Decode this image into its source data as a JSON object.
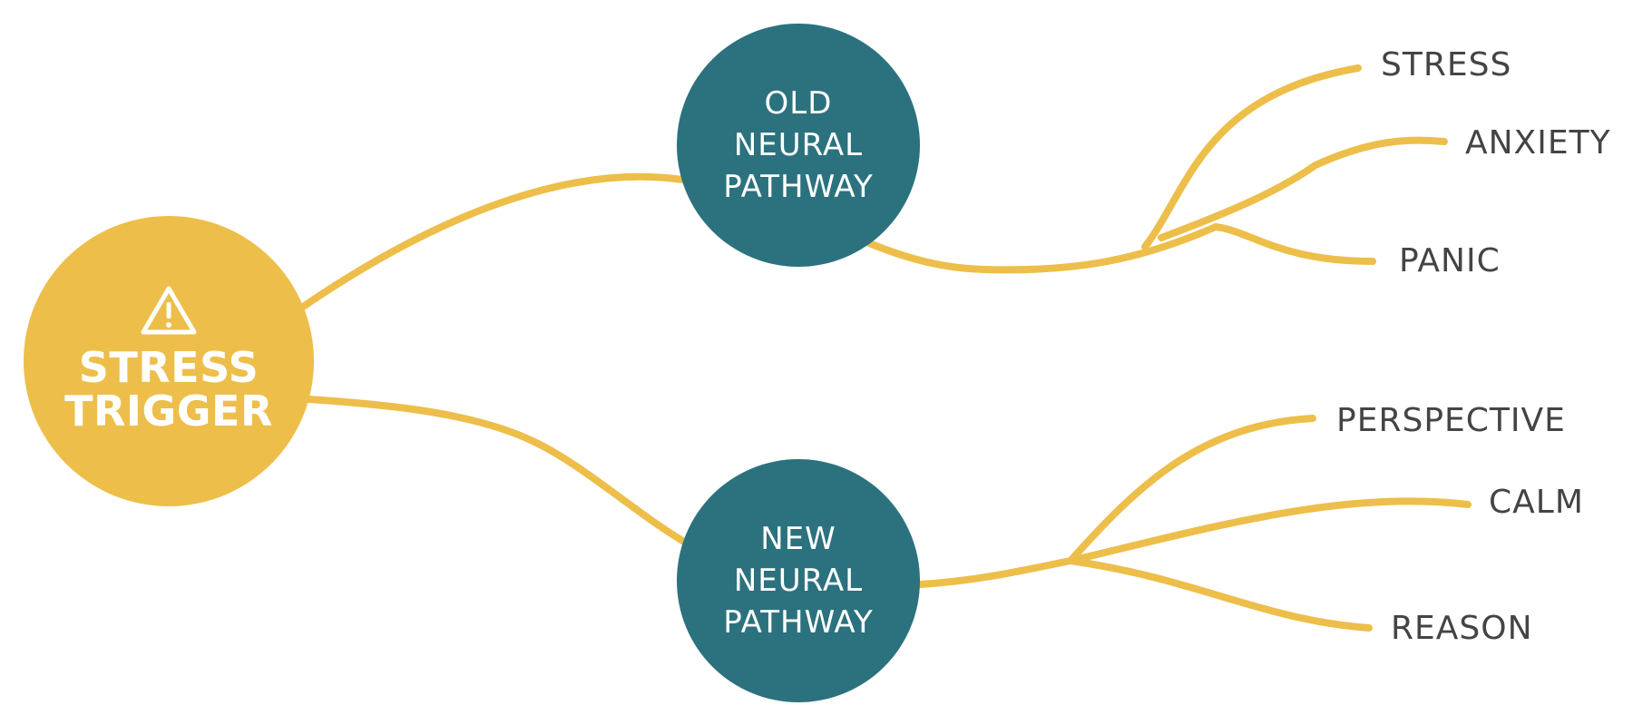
{
  "colors": {
    "trigger_fill": "#EDBE4A",
    "pathway_fill": "#2B727E",
    "connector": "#EDBE4A",
    "node_text": "#FFFFFF",
    "outcome_text": "#444444"
  },
  "trigger": {
    "icon": "warning-triangle-icon",
    "line1": "STRESS",
    "line2": "TRIGGER"
  },
  "old_pathway": {
    "line1": "OLD",
    "line2": "NEURAL",
    "line3": "PATHWAY",
    "outcomes": [
      "STRESS",
      "ANXIETY",
      "PANIC"
    ]
  },
  "new_pathway": {
    "line1": "NEW",
    "line2": "NEURAL",
    "line3": "PATHWAY",
    "outcomes": [
      "PERSPECTIVE",
      "CALM",
      "REASON"
    ]
  }
}
